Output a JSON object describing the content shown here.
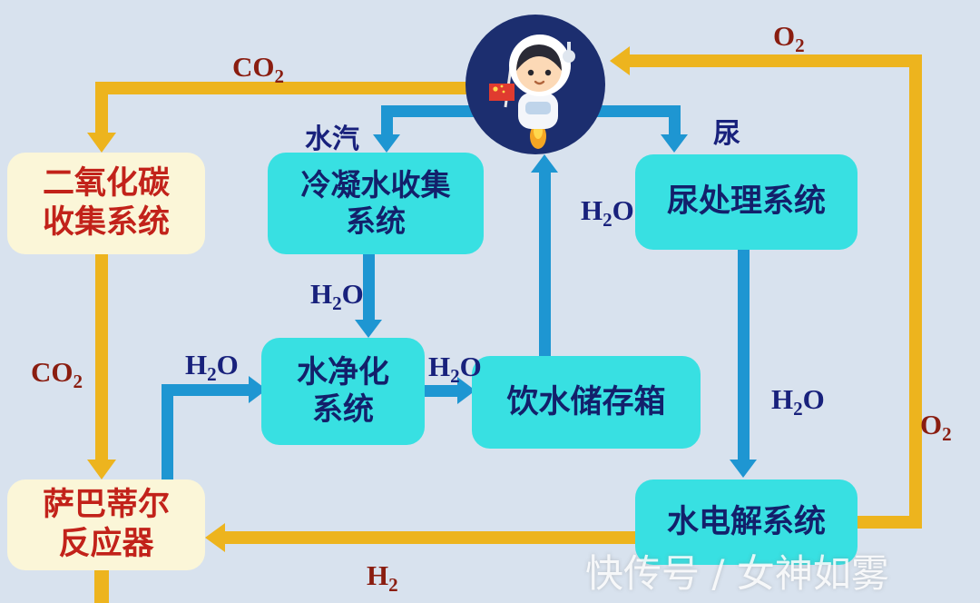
{
  "nodes": {
    "co2_collection": {
      "line1": "二氧化碳",
      "line2": "收集系统"
    },
    "condensate": {
      "line1": "冷凝水收集",
      "line2": "系统"
    },
    "urine": {
      "line1": "尿处理系统"
    },
    "purification": {
      "line1": "水净化",
      "line2": "系统"
    },
    "tank": {
      "line1": "饮水储存箱"
    },
    "sabatier": {
      "line1": "萨巴蒂尔",
      "line2": "反应器"
    },
    "electrolysis": {
      "line1": "水电解系统"
    }
  },
  "labels": {
    "water_vapor": "水汽",
    "urine_flow": "尿",
    "watermark": "快传号 / 女神如雾"
  },
  "formulas": {
    "co2_top": {
      "pre": "CO",
      "sub": "2",
      "post": ""
    },
    "o2_top": {
      "pre": "O",
      "sub": "2",
      "post": ""
    },
    "co2_left": {
      "pre": "CO",
      "sub": "2",
      "post": ""
    },
    "o2_right": {
      "pre": "O",
      "sub": "2",
      "post": ""
    },
    "h2_bottom": {
      "pre": "H",
      "sub": "2",
      "post": ""
    },
    "h2o_condensate_to_purification": {
      "pre": "H",
      "sub": "2",
      "post": "O"
    },
    "h2o_sabatier_to_purification": {
      "pre": "H",
      "sub": "2",
      "post": "O"
    },
    "h2o_purification_to_tank": {
      "pre": "H",
      "sub": "2",
      "post": "O"
    },
    "h2o_tank_to_astronaut": {
      "pre": "H",
      "sub": "2",
      "post": "O"
    },
    "h2o_urine_to_electrolysis": {
      "pre": "H",
      "sub": "2",
      "post": "O"
    }
  },
  "colors": {
    "bg": "#d8e2ee",
    "cyan_box": "#38e0e2",
    "cyan_text": "#13206b",
    "cream_box": "#fbf6d8",
    "cream_text": "#c2221a",
    "yellow_arrow": "#edb41e",
    "blue_arrow": "#1e96d2",
    "red_label": "#8a1d10",
    "navy_label": "#18217c",
    "astronaut_circle": "#1c2e6f"
  }
}
